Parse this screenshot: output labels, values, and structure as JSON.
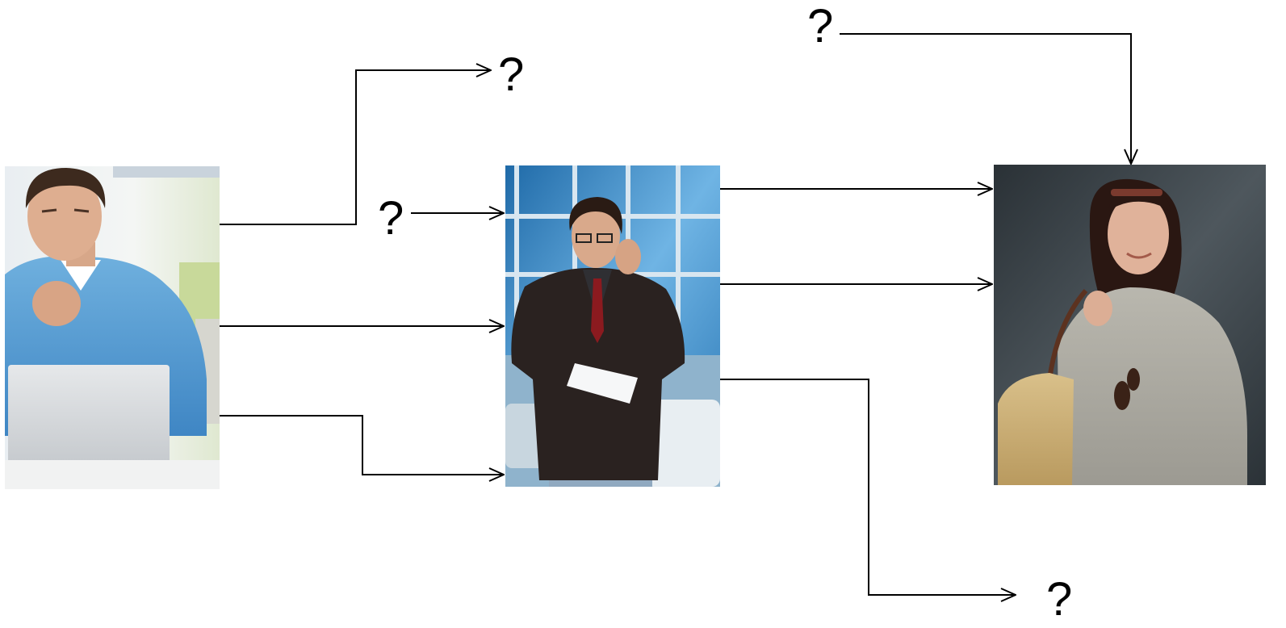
{
  "diagram": {
    "nodes": [
      {
        "id": "person-1",
        "description_icon": "man-at-laptop-photo"
      },
      {
        "id": "person-2",
        "description_icon": "man-on-phone-photo"
      },
      {
        "id": "person-3",
        "description_icon": "woman-with-bag-photo"
      }
    ],
    "unknowns": {
      "q1": "?",
      "q2": "?",
      "q3": "?",
      "q4": "?"
    },
    "edges": [
      {
        "from": "person-1",
        "to": "q1"
      },
      {
        "from": "q2",
        "to": "person-2"
      },
      {
        "from": "person-1",
        "to": "person-2"
      },
      {
        "from": "person-1",
        "to": "person-2"
      },
      {
        "from": "q3",
        "to": "person-3"
      },
      {
        "from": "person-2",
        "to": "person-3"
      },
      {
        "from": "person-2",
        "to": "person-3"
      },
      {
        "from": "person-2",
        "to": "q4"
      }
    ],
    "colors": {
      "line": "#000000",
      "background": "#ffffff"
    }
  }
}
